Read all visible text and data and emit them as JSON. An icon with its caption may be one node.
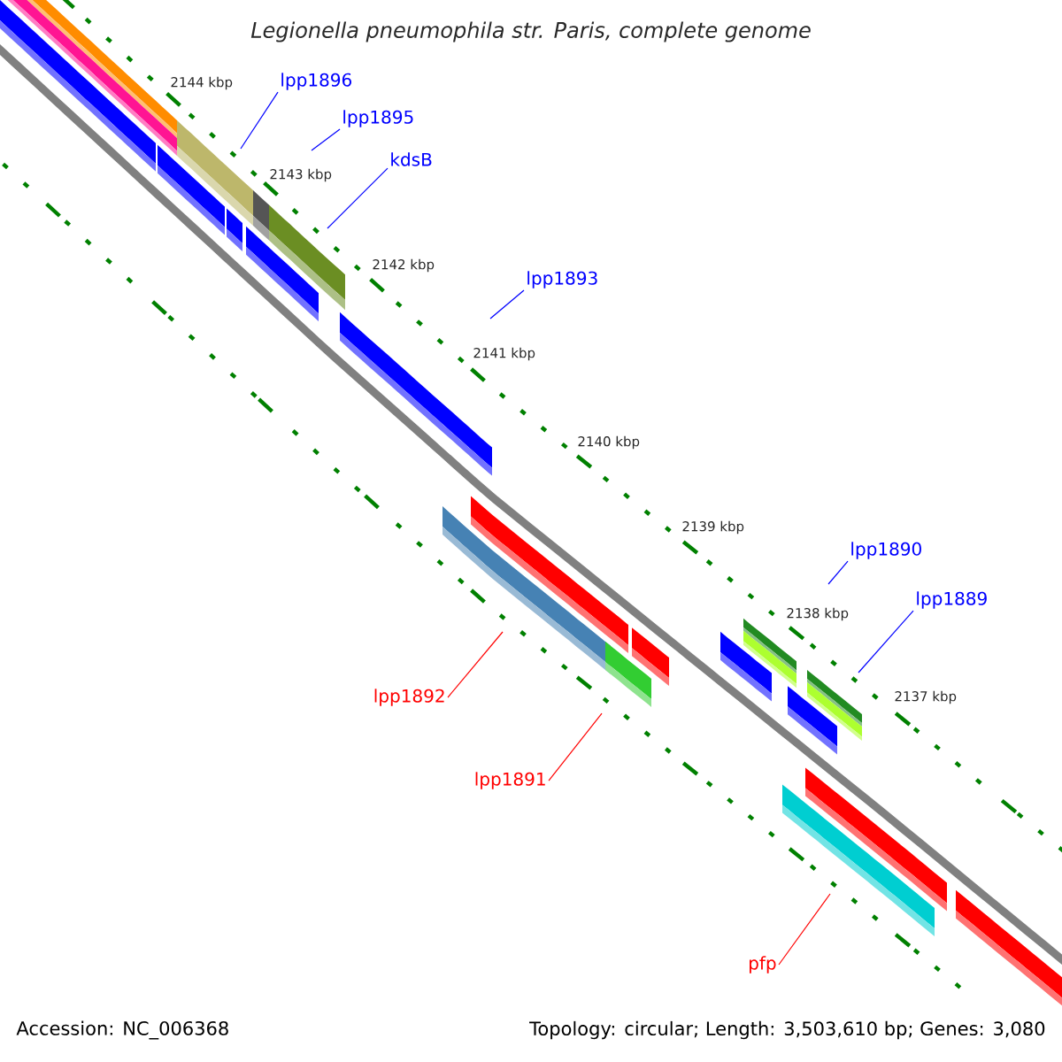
{
  "diagram": {
    "title": "Legionella pneumophila str. Paris, complete genome",
    "nodes": [
      {
        "text": [
          "lpp1896"
        ]
      },
      {
        "text": [
          "lpp1895"
        ]
      },
      {
        "text": [
          "kdsB"
        ]
      },
      {
        "text": [
          "lpp1893"
        ]
      },
      {
        "text": [
          "lpp1890"
        ]
      },
      {
        "text": [
          "lpp1889"
        ]
      },
      {
        "text": [
          "lpp1892"
        ]
      },
      {
        "text": [
          "lpp1891"
        ]
      },
      {
        "text": [
          "pfp"
        ]
      }
    ],
    "edges": [
      {
        "from": 0,
        "to": null,
        "arrow": "none"
      },
      {
        "from": 1,
        "to": null,
        "arrow": "none"
      },
      {
        "from": 2,
        "to": null,
        "arrow": "none"
      },
      {
        "from": 3,
        "to": null,
        "arrow": "none"
      },
      {
        "from": 4,
        "to": null,
        "arrow": "none"
      },
      {
        "from": 5,
        "to": null,
        "arrow": "none"
      },
      {
        "from": 6,
        "to": null,
        "arrow": "none",
        "color": "#ff0000"
      },
      {
        "from": 7,
        "to": null,
        "arrow": "none",
        "color": "#ff0000"
      },
      {
        "from": 8,
        "to": null,
        "arrow": "none",
        "color": "#ff0000"
      }
    ],
    "labels": [
      "2144 kbp",
      "2143 kbp",
      "2142 kbp",
      "2141 kbp",
      "2140 kbp",
      "2139 kbp",
      "2138 kbp",
      "2137 kbp",
      "Accession: NC_006368",
      "Topology: circular; Length: 3,503,610 bp; Genes: 3,080"
    ]
  }
}
